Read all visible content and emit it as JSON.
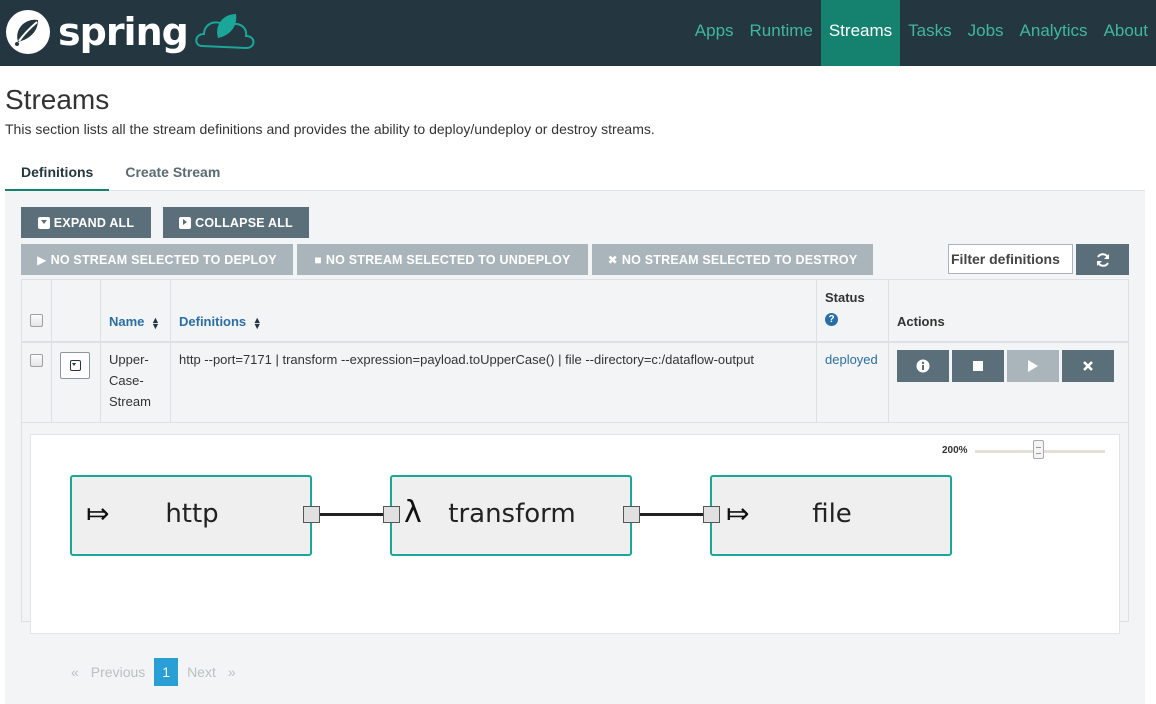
{
  "navbar": {
    "brand": "spring",
    "items": [
      "Apps",
      "Runtime",
      "Streams",
      "Tasks",
      "Jobs",
      "Analytics",
      "About"
    ],
    "active": "Streams"
  },
  "header": {
    "title": "Streams",
    "description": "This section lists all the stream definitions and provides the ability to deploy/undeploy or destroy streams."
  },
  "tabs": [
    "Definitions",
    "Create Stream"
  ],
  "toolbar": {
    "expand_all": "EXPAND ALL",
    "collapse_all": "COLLAPSE ALL",
    "deploy": "NO STREAM SELECTED TO DEPLOY",
    "undeploy": "NO STREAM SELECTED TO UNDEPLOY",
    "destroy": "NO STREAM SELECTED TO DESTROY",
    "filter_placeholder": "Filter definitions"
  },
  "table": {
    "headers": {
      "name": "Name",
      "definitions": "Definitions",
      "status": "Status",
      "actions": "Actions"
    },
    "rows": [
      {
        "name_lines": [
          "Upper-",
          "Case-",
          "Stream"
        ],
        "definition": "http --port=7171 | transform --expression=payload.toUpperCase() | file --directory=c:/dataflow-output",
        "status": "deployed"
      }
    ]
  },
  "graph": {
    "zoom": "200%",
    "zoom_level": 0.5,
    "nodes": [
      {
        "label": "http",
        "icon": "⤇"
      },
      {
        "label": "transform",
        "icon": "λ"
      },
      {
        "label": "file",
        "icon": "⤇"
      }
    ]
  },
  "pagination": {
    "previous": "Previous",
    "next": "Next",
    "current_page": "1"
  },
  "colors": {
    "navbar_bg": "#243640",
    "accent": "#15816f",
    "button": "#5b6f7b",
    "button_disabled": "#aab5bb",
    "node_border": "#1aa79a"
  }
}
